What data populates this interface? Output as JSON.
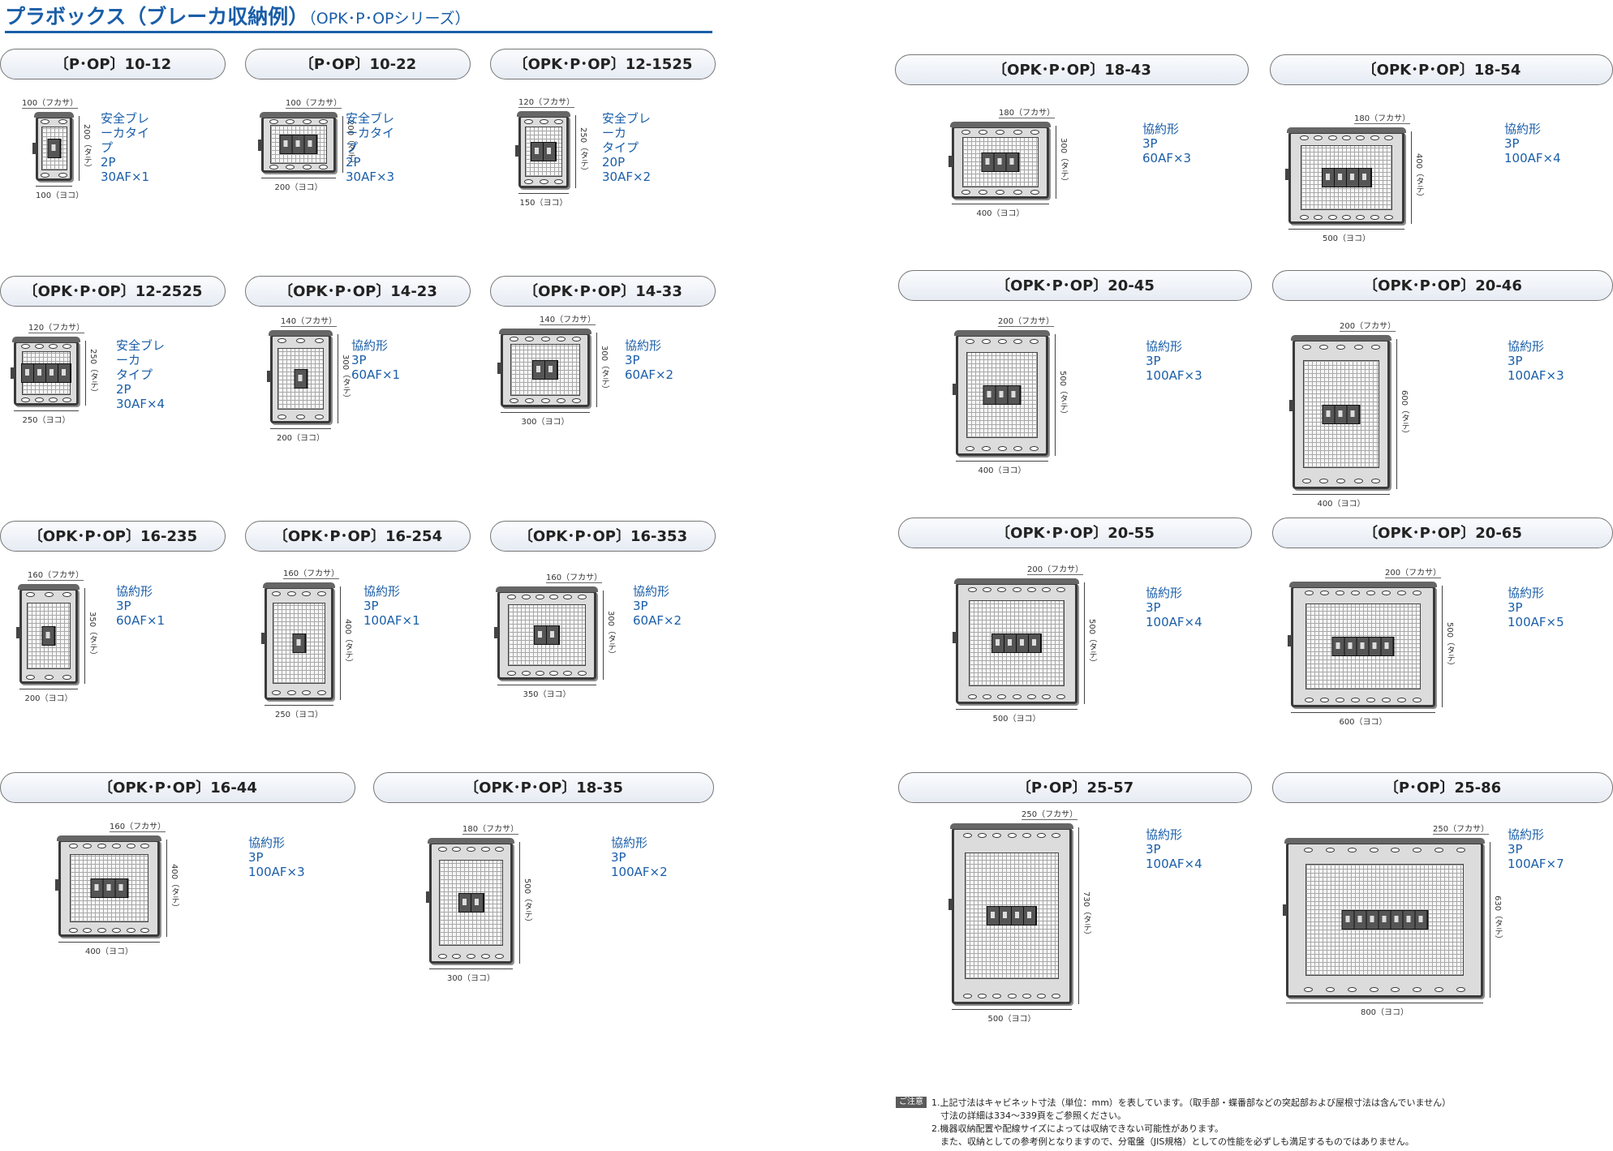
{
  "title": {
    "main": "プラボックス（ブレーカ収納例）",
    "sub": "（OPK･P･OPシリーズ）"
  },
  "items": [
    {
      "label": "〔P･OP〕10-12",
      "fukasa": "100（フカサ）",
      "yoko": "100（ヨコ）",
      "tate": "200（タテ）",
      "desc": "安全ブレーカタイプ\n2P 30AF×1",
      "breakers": 1
    },
    {
      "label": "〔P･OP〕10-22",
      "fukasa": "100（フカサ）",
      "yoko": "200（ヨコ）",
      "tate": "200（タテ）",
      "desc": "安全ブレーカタイプ\n2P 30AF×3",
      "breakers": 3
    },
    {
      "label": "〔OPK･P･OP〕12-1525",
      "fukasa": "120（フカサ）",
      "yoko": "150（ヨコ）",
      "tate": "250（タテ）",
      "desc": "安全ブレーカ\nタイプ\n20P 30AF×2",
      "breakers": 2
    },
    {
      "label": "〔OPK･P･OP〕12-2525",
      "fukasa": "120（フカサ）",
      "yoko": "250（ヨコ）",
      "tate": "250（タテ）",
      "desc": "安全ブレーカ\nタイプ\n2P 30AF×4",
      "breakers": 4
    },
    {
      "label": "〔OPK･P･OP〕14-23",
      "fukasa": "140（フカサ）",
      "yoko": "200（ヨコ）",
      "tate": "300（タテ）",
      "desc": "協約形\n3P 60AF×1",
      "breakers": 1
    },
    {
      "label": "〔OPK･P･OP〕14-33",
      "fukasa": "140（フカサ）",
      "yoko": "300（ヨコ）",
      "tate": "300（タテ）",
      "desc": "協約形\n3P 60AF×2",
      "breakers": 2
    },
    {
      "label": "〔OPK･P･OP〕16-235",
      "fukasa": "160（フカサ）",
      "yoko": "200（ヨコ）",
      "tate": "350（タテ）",
      "desc": "協約形\n3P 60AF×1",
      "breakers": 1
    },
    {
      "label": "〔OPK･P･OP〕16-254",
      "fukasa": "160（フカサ）",
      "yoko": "250（ヨコ）",
      "tate": "400（タテ）",
      "desc": "協約形\n3P 100AF×1",
      "breakers": 1
    },
    {
      "label": "〔OPK･P･OP〕16-353",
      "fukasa": "160（フカサ）",
      "yoko": "350（ヨコ）",
      "tate": "300（タテ）",
      "desc": "協約形\n3P 60AF×2",
      "breakers": 2
    },
    {
      "label": "〔OPK･P･OP〕16-44",
      "fukasa": "160（フカサ）",
      "yoko": "400（ヨコ）",
      "tate": "400（タテ）",
      "desc": "協約形\n3P 100AF×3",
      "breakers": 3
    },
    {
      "label": "〔OPK･P･OP〕18-35",
      "fukasa": "180（フカサ）",
      "yoko": "300（ヨコ）",
      "tate": "500（タテ）",
      "desc": "協約形\n3P 100AF×2",
      "breakers": 2
    },
    {
      "label": "〔OPK･P･OP〕18-43",
      "fukasa": "180（フカサ）",
      "yoko": "400（ヨコ）",
      "tate": "300（タテ）",
      "desc": "協約形\n3P 60AF×3",
      "breakers": 3
    },
    {
      "label": "〔OPK･P･OP〕18-54",
      "fukasa": "180（フカサ）",
      "yoko": "500（ヨコ）",
      "tate": "400（タテ）",
      "desc": "協約形\n3P 100AF×4",
      "breakers": 4
    },
    {
      "label": "〔OPK･P･OP〕20-45",
      "fukasa": "200（フカサ）",
      "yoko": "400（ヨコ）",
      "tate": "500（タテ）",
      "desc": "協約形\n3P 100AF×3",
      "breakers": 3
    },
    {
      "label": "〔OPK･P･OP〕20-46",
      "fukasa": "200（フカサ）",
      "yoko": "400（ヨコ）",
      "tate": "600（タテ）",
      "desc": "協約形\n3P 100AF×3",
      "breakers": 3
    },
    {
      "label": "〔OPK･P･OP〕20-55",
      "fukasa": "200（フカサ）",
      "yoko": "500（ヨコ）",
      "tate": "500（タテ）",
      "desc": "協約形\n3P 100AF×4",
      "breakers": 4
    },
    {
      "label": "〔OPK･P･OP〕20-65",
      "fukasa": "200（フカサ）",
      "yoko": "600（ヨコ）",
      "tate": "500（タテ）",
      "desc": "協約形\n3P 100AF×5",
      "breakers": 5
    },
    {
      "label": "〔P･OP〕25-57",
      "fukasa": "250（フカサ）",
      "yoko": "500（ヨコ）",
      "tate": "730（タテ）",
      "desc": "協約形\n3P 100AF×4",
      "breakers": 4
    },
    {
      "label": "〔P･OP〕25-86",
      "fukasa": "250（フカサ）",
      "yoko": "800（ヨコ）",
      "tate": "630（タテ）",
      "desc": "協約形\n3P 100AF×7",
      "breakers": 7
    }
  ],
  "notes": {
    "tag": "ご注意",
    "lines": [
      "1.上記寸法はキャビネット寸法（単位：mm）を表しています。（取手部・蝶番部などの突起部および屋根寸法は含んでいません）",
      "　寸法の詳細は334〜339頁をご参照ください。",
      "2.機器収納配置や配線サイズによっては収納できない可能性があります。",
      "　また、収納としての参考例となりますので、分電盤（JIS規格）としての性能を必ずしも満足するものではありません。"
    ]
  }
}
